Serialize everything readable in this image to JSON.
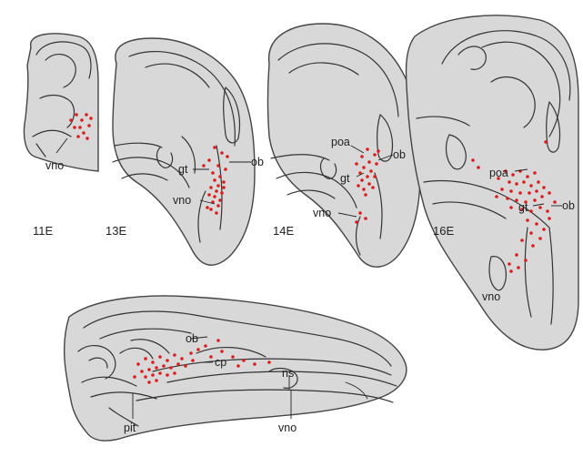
{
  "figure": {
    "panels": [
      {
        "stage": "11E",
        "labels": [
          "vno"
        ]
      },
      {
        "stage": "13E",
        "labels": [
          "ob",
          "gt",
          "vno"
        ]
      },
      {
        "stage": "14E",
        "labels": [
          "poa",
          "ob",
          "gt",
          "vno"
        ]
      },
      {
        "stage": "16E",
        "labels": [
          "poa",
          "gt",
          "ob",
          "vno"
        ]
      },
      {
        "stage": "",
        "labels": [
          "ob",
          "cp",
          "ns",
          "pit",
          "vno"
        ]
      }
    ],
    "colors": {
      "tissue": "#d8d8d8",
      "outline": "#444444",
      "cells": "#e01b1b"
    }
  }
}
